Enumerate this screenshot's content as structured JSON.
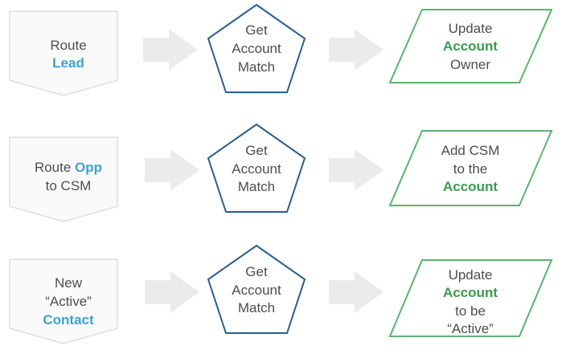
{
  "colors": {
    "start_fill": "#fafafa",
    "start_stroke": "#dedede",
    "arrow": "#ebebeb",
    "pentagon_stroke": "#2b5d8c",
    "parallelogram_stroke": "#5cb26e",
    "text": "#4d4d4d",
    "highlight_blue": "#3ba3cf",
    "highlight_green": "#3a9a4f"
  },
  "rows": [
    {
      "start": {
        "line1_a": "Route",
        "line1_b": "",
        "line2_a": "",
        "line2_b": "Lead",
        "line3_a": ""
      },
      "process": {
        "line1": "Get",
        "line2": "Account",
        "line3": "Match"
      },
      "result": {
        "line1_a": "Update",
        "line2_b": "Account",
        "line3_a": "Owner",
        "line4_a": ""
      }
    },
    {
      "start": {
        "line1_a": "Route ",
        "line1_b": "Opp",
        "line2_a": "to CSM",
        "line2_b": "",
        "line3_a": ""
      },
      "process": {
        "line1": "Get",
        "line2": "Account",
        "line3": "Match"
      },
      "result": {
        "line1_a": "Add CSM",
        "line2_b": "",
        "line3_a": "to the",
        "line4_a": "Account"
      }
    },
    {
      "start": {
        "line1_a": "New",
        "line1_b": "",
        "line2_a": "“Active”",
        "line2_b": "",
        "line3_a": "Contact"
      },
      "process": {
        "line1": "Get",
        "line2": "Account",
        "line3": "Match"
      },
      "result": {
        "line1_a": "Update",
        "line2_b": "Account",
        "line3_a": "to be",
        "line4_a": "“Active”"
      }
    }
  ]
}
